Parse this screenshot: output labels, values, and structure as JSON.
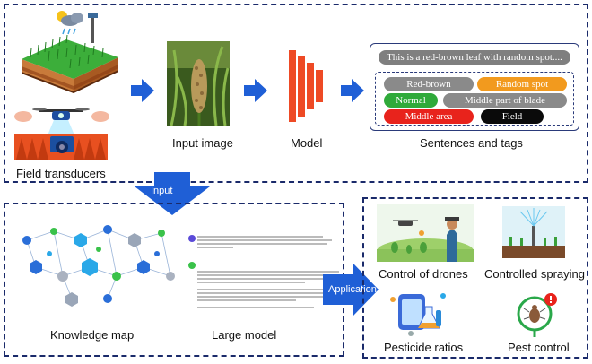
{
  "top": {
    "field_label": "Field transducers",
    "input_image_label": "Input image",
    "model_label": "Model",
    "sentences_label": "Sentences and tags",
    "sentence": "This is a red-brown leaf with random spot....",
    "tags": [
      {
        "text": "Red-brown",
        "color": "#8a8a8a"
      },
      {
        "text": "Random spot",
        "color": "#f29a1e"
      },
      {
        "text": "Normal",
        "color": "#2faa3a"
      },
      {
        "text": "Middle part of blade",
        "color": "#8a8a8a"
      },
      {
        "text": "Middle area",
        "color": "#e8231c"
      },
      {
        "text": "Field",
        "color": "#0a0a0a"
      }
    ]
  },
  "arrows": {
    "input_label": "Input",
    "application_label": "Application"
  },
  "bottom_left": {
    "knowledge_label": "Knowledge map",
    "large_model_label": "Large model"
  },
  "bottom_right": {
    "drones_label": "Control of drones",
    "spraying_label": "Controlled spraying",
    "pesticide_label": "Pesticide ratios",
    "pest_label": "Pest control"
  },
  "colors": {
    "accent_blue": "#1f5fd6",
    "panel_border": "#1a2a6a",
    "model_red": "#ee4a25"
  }
}
